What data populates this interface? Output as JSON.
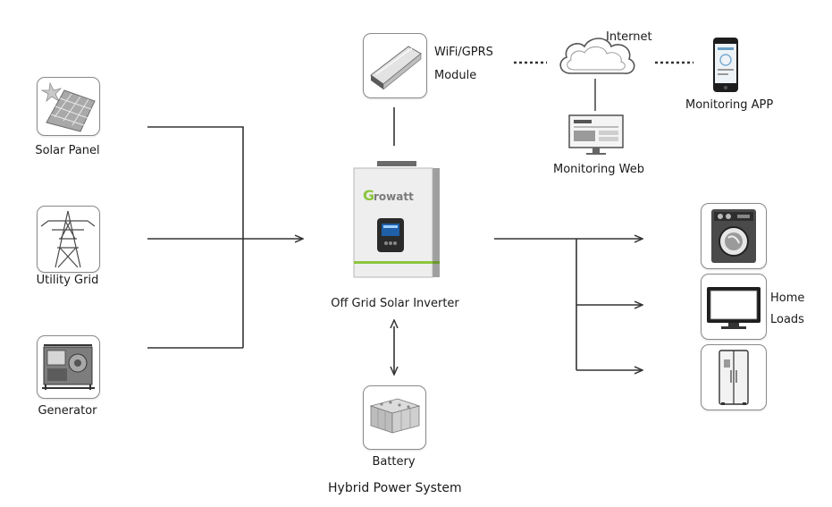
{
  "sources": [
    {
      "id": "solar",
      "label": "Solar Panel",
      "icon": "solar-panel-icon"
    },
    {
      "id": "grid",
      "label": "Utility Grid",
      "icon": "transmission-tower-icon"
    },
    {
      "id": "generator",
      "label": "Generator",
      "icon": "generator-icon"
    }
  ],
  "inverter": {
    "label": "Off Grid Solar Inverter",
    "brand": "Growatt",
    "icon": "inverter-icon"
  },
  "module": {
    "line1": "WiFi/GPRS",
    "line2": "Module",
    "icon": "wifi-module-icon"
  },
  "internet": {
    "label": "Internet",
    "icon": "cloud-icon"
  },
  "monitoring_web": {
    "label": "Monitoring Web",
    "icon": "monitor-icon"
  },
  "monitoring_app": {
    "label": "Monitoring APP",
    "icon": "smartphone-icon"
  },
  "battery": {
    "label": "Battery",
    "icon": "battery-icon"
  },
  "loads": {
    "line1": "Home",
    "line2": "Loads",
    "items": [
      {
        "id": "washer",
        "icon": "washing-machine-icon"
      },
      {
        "id": "tv",
        "icon": "television-icon"
      },
      {
        "id": "fridge",
        "icon": "refrigerator-icon"
      }
    ]
  },
  "caption": "Hybrid Power System",
  "colors": {
    "line": "#333333",
    "tile_border": "#8a8a8a",
    "accent_green": "#8cc63f",
    "brand_orange": "#e07b1e"
  }
}
